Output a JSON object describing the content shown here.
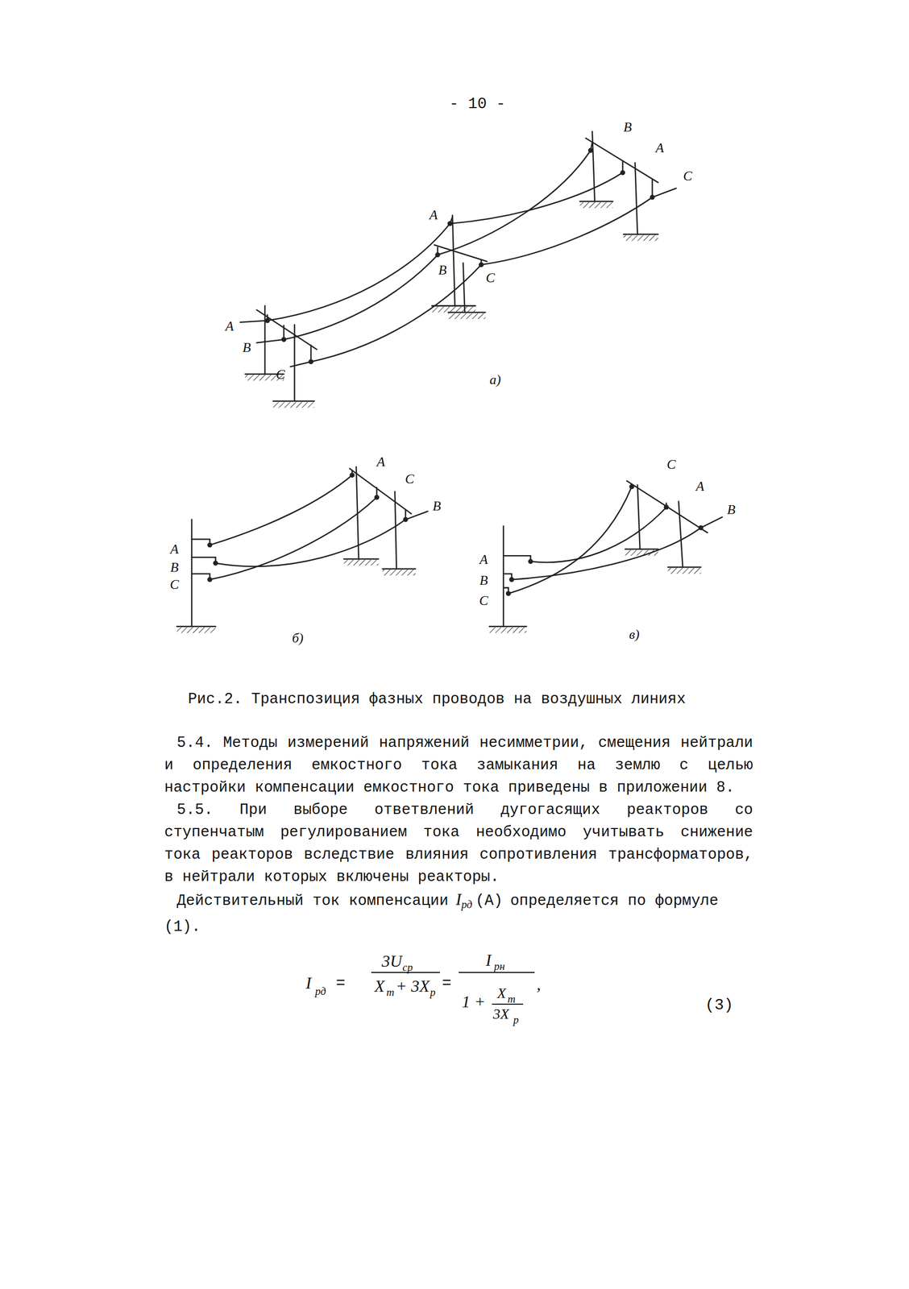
{
  "diagram": {
    "caption": "Рис.2. Транспозиция фазных проводов на воздушных линиях",
    "labels": [
      "- 10 -",
      "B",
      "A",
      "C",
      "A",
      "B",
      "C",
      "A",
      "B",
      "C",
      "а)",
      "A",
      "C",
      "B",
      "A",
      "B",
      "C",
      "б)",
      "C",
      "A",
      "B",
      "A",
      "B",
      "C",
      "в)",
      "5.4. Методы измерений напряжений несимметрии, смещения нейтрали и определения емкостного тока замыкания на землю с целью настройки компенсации емкостного тока приведены в приложении 8.",
      "5.5. При выборе ответвлений дугогасящих реакторов со ступенчатым регулированием тока необходимо учитывать снижение тока реакторов вследствие влияния сопротивления трансформаторов, в нейтрали которых включены реакторы.",
      "Действительный ток компенсации",
      "I",
      "рд",
      "(А)",
      "определяется по формуле (1).",
      "I",
      "рд",
      "=",
      "3U",
      "ср",
      "X",
      "т",
      "+ 3X",
      "р",
      "=",
      "I",
      "рн",
      "1 +",
      "X",
      "т",
      "3X",
      "р",
      ",",
      "(3)"
    ]
  }
}
